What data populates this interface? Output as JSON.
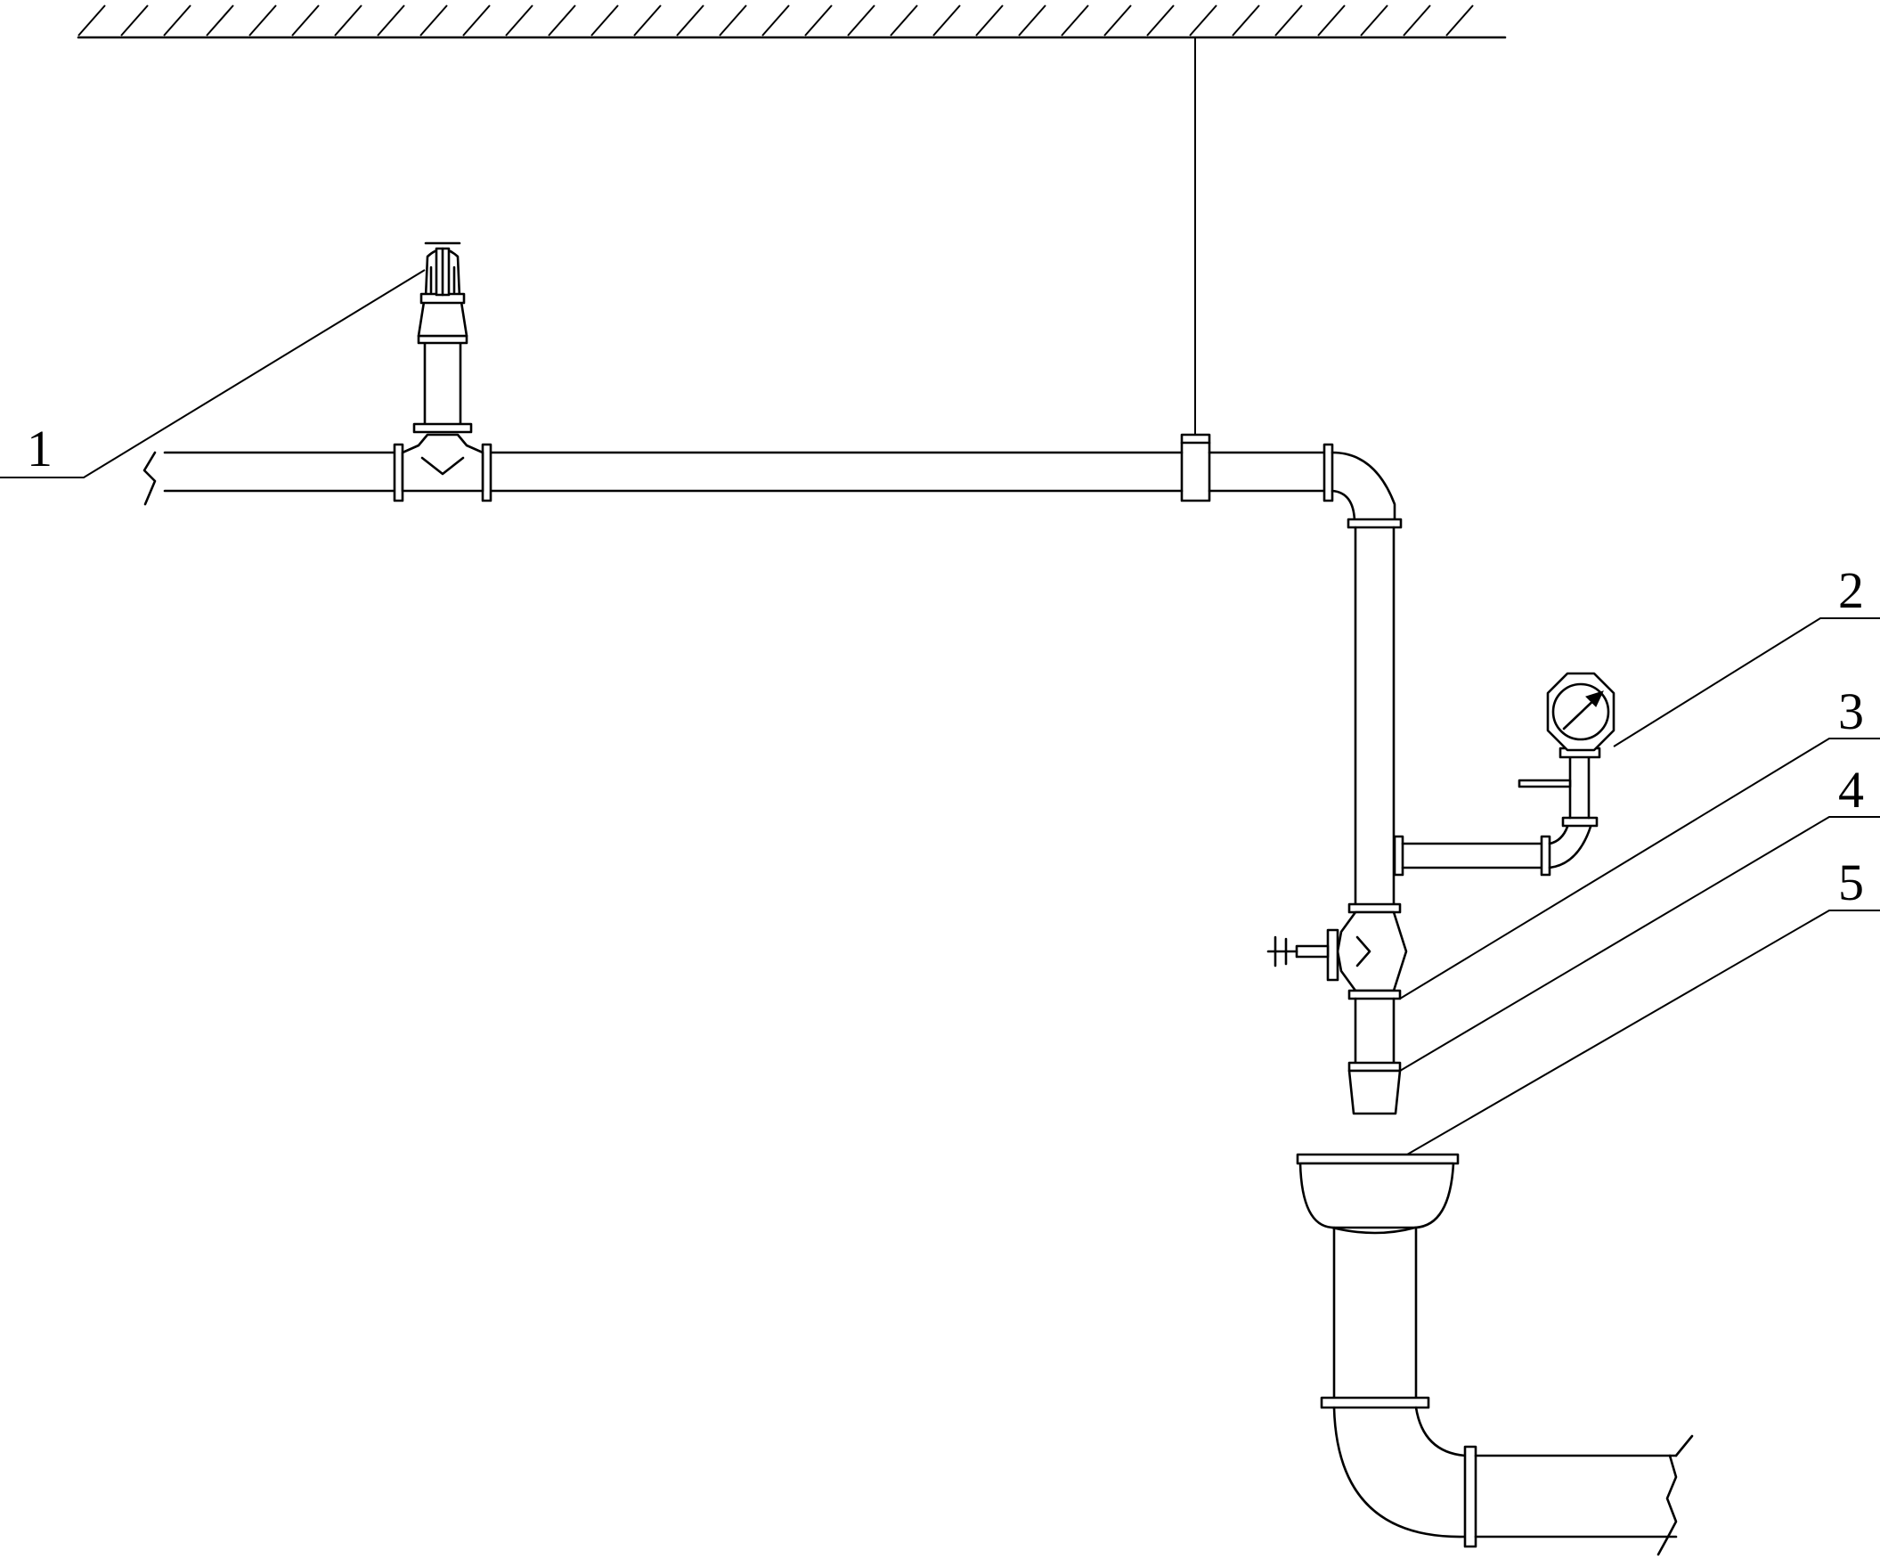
{
  "callouts": [
    {
      "label": "1",
      "part": "sprinkler"
    },
    {
      "label": "2",
      "part": "pressure-gauge"
    },
    {
      "label": "3",
      "part": "test-valve"
    },
    {
      "label": "4",
      "part": "test-nozzle"
    },
    {
      "label": "5",
      "part": "drain-funnel"
    }
  ],
  "colors": {
    "stroke": "#000000",
    "background": "#ffffff"
  }
}
